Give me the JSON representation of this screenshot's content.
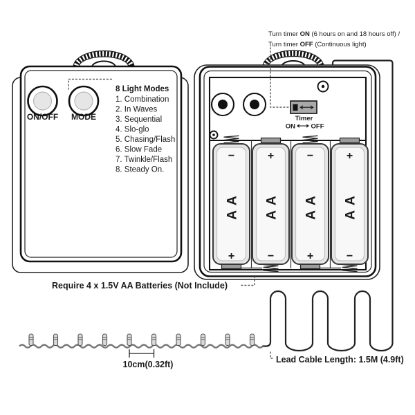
{
  "timer_note": {
    "l1_pre": "Turn timer ",
    "l1_bold": "ON",
    "l1_post": " (6 hours on and 18 hours off) /",
    "l2_pre": "Turn timer ",
    "l2_bold": "OFF",
    "l2_post": " (Continuous light)"
  },
  "controller": {
    "power_button": "ON/OFF",
    "mode_button": "MODE"
  },
  "light_modes": {
    "title": "8 Light Modes",
    "items": [
      "1. Combination",
      "2. In Waves",
      "3. Sequential",
      "4. Slo-glo",
      "5. Chasing/Flash",
      "6. Slow Fade",
      "7. Twinkle/Flash",
      "8. Steady On."
    ]
  },
  "timer_switch": {
    "label": "Timer",
    "on": "ON",
    "off": "OFF"
  },
  "batteries": {
    "type_label": "AA",
    "slots": [
      {
        "top": "−",
        "bottom": "+"
      },
      {
        "top": "+",
        "bottom": "−"
      },
      {
        "top": "−",
        "bottom": "+"
      },
      {
        "top": "+",
        "bottom": "−"
      }
    ]
  },
  "notes": {
    "battery_requirement": "Require 4 x 1.5V AA Batteries (Not Include)",
    "bulb_spacing": "10cm(0.32ft)",
    "lead_cable": "Lead Cable Length: 1.5M (4.9ft)"
  },
  "light_string": {
    "bulb_count": 10
  },
  "colors": {
    "line": "#1a1a1a",
    "battery_fill": "#f8f8f8",
    "switch_fill": "#a9a9a9",
    "button_fill": "#e6e6e6",
    "wire": "#787878"
  }
}
